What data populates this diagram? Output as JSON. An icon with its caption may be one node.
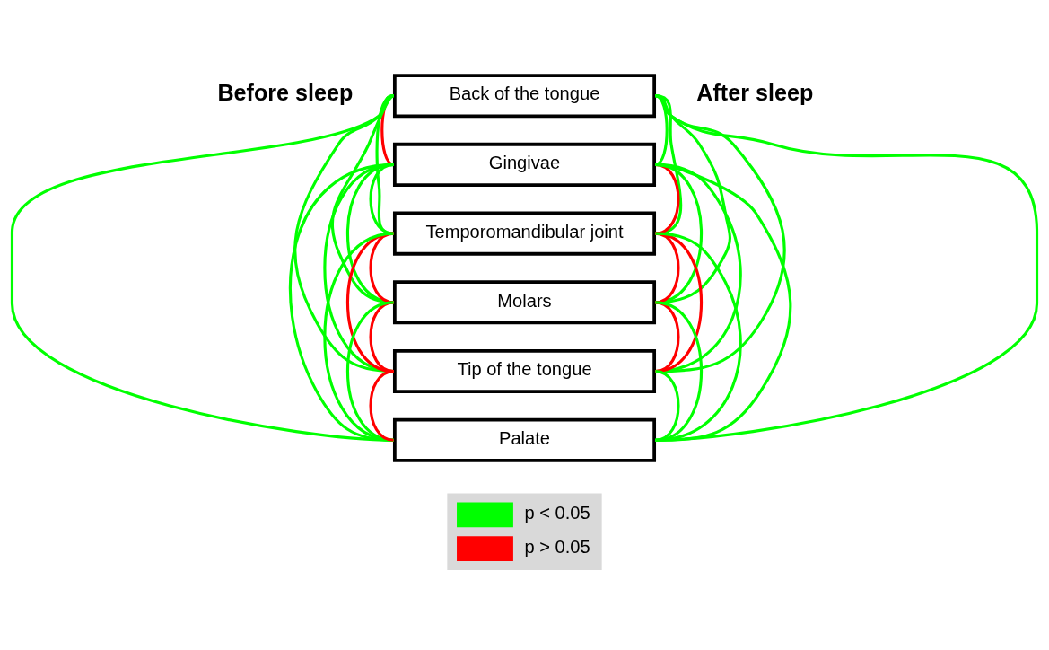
{
  "diagram": {
    "nodes": [
      {
        "text": [
          "Back of the tongue"
        ]
      },
      {
        "text": [
          "Gingivae"
        ]
      },
      {
        "text": [
          "Temporomandibular joint"
        ]
      },
      {
        "text": [
          "Molars"
        ]
      },
      {
        "text": [
          "Tip of the tongue"
        ]
      },
      {
        "text": [
          "Palate"
        ]
      }
    ],
    "edges": [
      {
        "from": 0,
        "to": 1,
        "arrow": "none",
        "color": "#ff0000"
      },
      {
        "from": 0,
        "to": 2,
        "arrow": "none"
      },
      {
        "from": 0,
        "to": 3,
        "arrow": "none"
      },
      {
        "from": 0,
        "to": 4,
        "arrow": "none"
      },
      {
        "from": 0,
        "to": 5,
        "arrow": "none"
      },
      {
        "from": 1,
        "to": 2,
        "arrow": "none"
      },
      {
        "from": 1,
        "to": 3,
        "arrow": "none"
      },
      {
        "from": 1,
        "to": 4,
        "arrow": "none"
      },
      {
        "from": 1,
        "to": 5,
        "arrow": "none"
      },
      {
        "from": 2,
        "to": 3,
        "arrow": "none",
        "color": "#ff0000"
      },
      {
        "from": 2,
        "to": 4,
        "arrow": "none",
        "color": "#ff0000"
      },
      {
        "from": 2,
        "to": 5,
        "arrow": "none"
      },
      {
        "from": 3,
        "to": 4,
        "arrow": "none",
        "color": "#ff0000"
      },
      {
        "from": 3,
        "to": 5,
        "arrow": "none"
      },
      {
        "from": 4,
        "to": 5,
        "arrow": "none",
        "color": "#ff0000"
      },
      {
        "from": 0,
        "to": 1,
        "arrow": "none"
      },
      {
        "from": 0,
        "to": 2,
        "arrow": "none"
      },
      {
        "from": 0,
        "to": 3,
        "arrow": "none"
      },
      {
        "from": 0,
        "to": 4,
        "arrow": "none"
      },
      {
        "from": 0,
        "to": 5,
        "arrow": "none"
      },
      {
        "from": 1,
        "to": 2,
        "arrow": "none",
        "color": "#ff0000"
      },
      {
        "from": 1,
        "to": 3,
        "arrow": "none"
      },
      {
        "from": 1,
        "to": 4,
        "arrow": "none"
      },
      {
        "from": 1,
        "to": 5,
        "arrow": "none"
      },
      {
        "from": 2,
        "to": 3,
        "arrow": "none",
        "color": "#ff0000"
      },
      {
        "from": 2,
        "to": 4,
        "arrow": "none",
        "color": "#ff0000"
      },
      {
        "from": 2,
        "to": 5,
        "arrow": "none"
      },
      {
        "from": 3,
        "to": 4,
        "arrow": "none",
        "color": "#ff0000"
      },
      {
        "from": 3,
        "to": 5,
        "arrow": "none"
      },
      {
        "from": 4,
        "to": 5,
        "arrow": "none"
      }
    ],
    "labels": [
      "Before sleep",
      "After sleep"
    ],
    "legend": [
      {
        "text": "p < 0.05",
        "color": "#00ff00"
      },
      {
        "text": "p > 0.05",
        "color": "#ff0000"
      }
    ]
  }
}
